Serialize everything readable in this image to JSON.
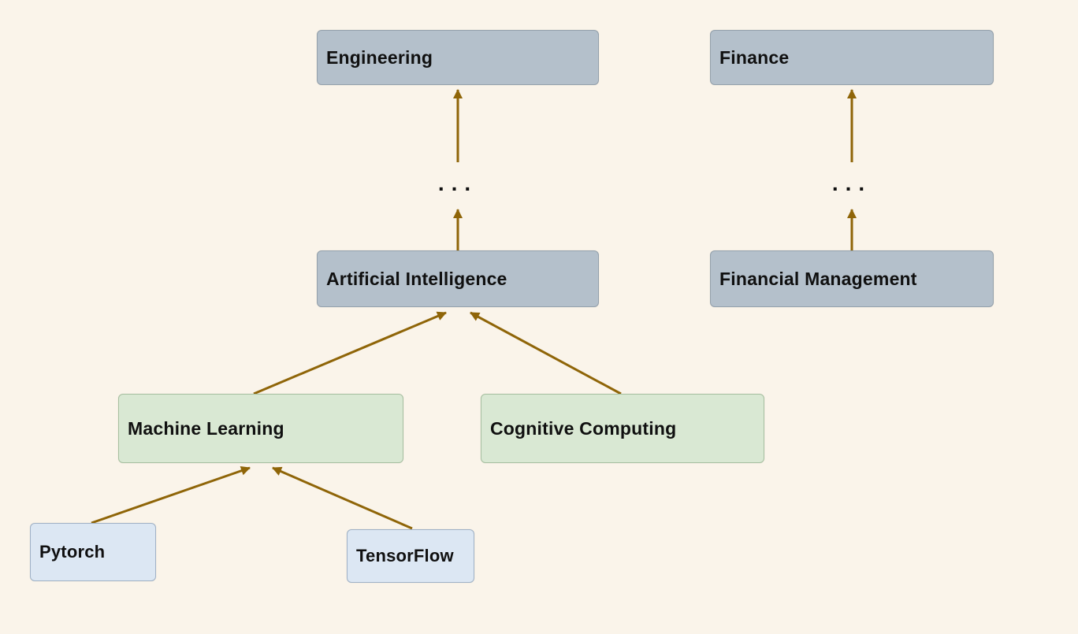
{
  "diagram": {
    "background_color": "#faf4ea",
    "arrow_color": "#8f6508",
    "ellipsis": "...",
    "nodes": {
      "engineering": {
        "label": "Engineering",
        "fill": "#b4c0cb",
        "border": "#93a0ab",
        "group": "department"
      },
      "finance": {
        "label": "Finance",
        "fill": "#b4c0cb",
        "border": "#93a0ab",
        "group": "department"
      },
      "artificial_intelligence": {
        "label": "Artificial Intelligence",
        "fill": "#b4c0cb",
        "border": "#93a0ab",
        "group": "department"
      },
      "financial_management": {
        "label": "Financial Management",
        "fill": "#b4c0cb",
        "border": "#93a0ab",
        "group": "department"
      },
      "machine_learning": {
        "label": "Machine Learning",
        "fill": "#d9e8d3",
        "border": "#a6bfa0",
        "group": "field"
      },
      "cognitive_computing": {
        "label": "Cognitive Computing",
        "fill": "#d9e8d3",
        "border": "#a6bfa0",
        "group": "field"
      },
      "pytorch": {
        "label": "Pytorch",
        "fill": "#dce7f3",
        "border": "#9fb1c6",
        "group": "tool"
      },
      "tensorflow": {
        "label": "TensorFlow",
        "fill": "#dce7f3",
        "border": "#9fb1c6",
        "group": "tool"
      }
    },
    "edges": [
      {
        "from": "pytorch",
        "to": "machine_learning"
      },
      {
        "from": "tensorflow",
        "to": "machine_learning"
      },
      {
        "from": "machine_learning",
        "to": "artificial_intelligence"
      },
      {
        "from": "cognitive_computing",
        "to": "artificial_intelligence"
      },
      {
        "from": "artificial_intelligence",
        "to": "engineering",
        "via": "..."
      },
      {
        "from": "financial_management",
        "to": "finance",
        "via": "..."
      }
    ]
  }
}
